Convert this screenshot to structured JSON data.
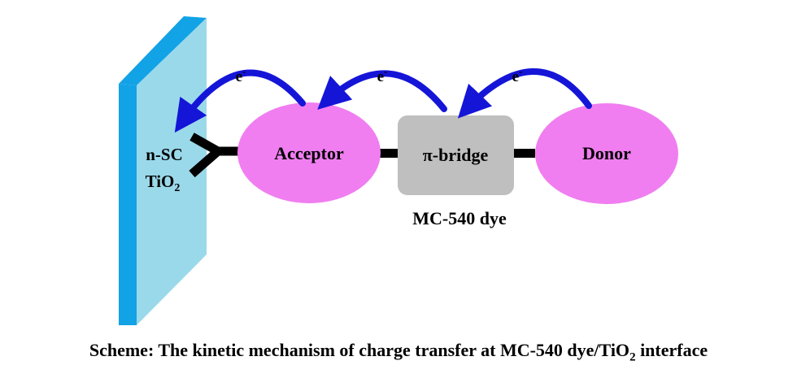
{
  "labels": {
    "semiconductor_line1": "n-SC",
    "semiconductor_line2": "TiO",
    "semiconductor_sub": "2",
    "acceptor": "Acceptor",
    "bridge": "π-bridge",
    "donor": "Donor",
    "dye_name": "MC-540 dye",
    "electron": "e",
    "electron_sup": "-"
  },
  "caption": {
    "main": "Scheme: The kinetic mechanism of charge transfer at MC-540 dye/TiO",
    "sub": "2",
    "tail": " interface"
  },
  "colors": {
    "electrode_front": "#9ad9ea",
    "electrode_edge": "#12a2e6",
    "ellipse_fill": "#f07ef0",
    "bridge_fill": "#bfbfbf",
    "arrow": "#1515d8",
    "connector": "#000000"
  },
  "icons": [
    "anchor-group-icon",
    "electron-transfer-arrow-icon"
  ]
}
